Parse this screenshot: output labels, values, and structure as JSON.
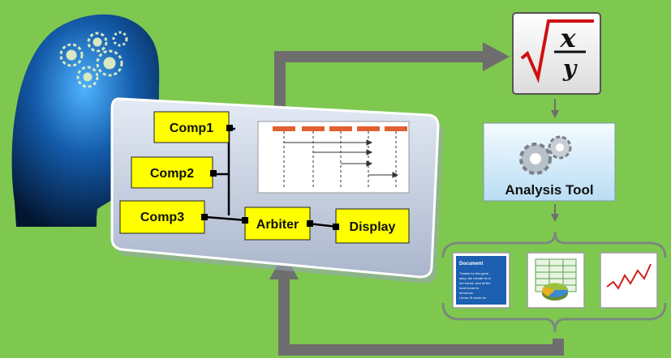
{
  "components": {
    "comp1": "Comp1",
    "comp2": "Comp2",
    "comp3": "Comp3",
    "arbiter": "Arbiter",
    "display": "Display"
  },
  "formula": {
    "numerator": "x",
    "denominator": "y"
  },
  "analysis_tool": {
    "label": "Analysis Tool"
  },
  "document_thumbnail": {
    "title": "Document",
    "lines": [
      "Thanks for the great",
      "story, the minute he in",
      "her bones, and all the",
      "boat house to",
      "tomorrow.",
      "I know I'll never be"
    ]
  },
  "colors": {
    "background": "#7fc850",
    "component_fill": "#ffff00",
    "arrow": "#6e6e6e",
    "panel": "#c4cee0",
    "analysis_box": "#cfe6f7"
  }
}
